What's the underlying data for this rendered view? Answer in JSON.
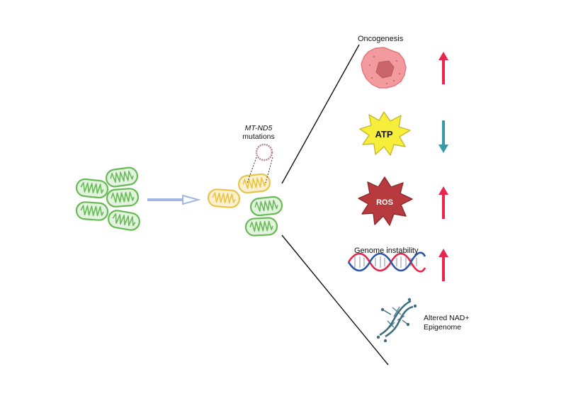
{
  "labels": {
    "gene": "MT-ND5",
    "gene_suffix": "mutations",
    "oncogenesis": "Oncogenesis",
    "atp": "ATP",
    "ros": "ROS",
    "genome": "Genome instability",
    "nad_line1": "Altered NAD+",
    "nad_line2": "Epigenome"
  },
  "effects": [
    {
      "outcome": "Oncogenesis",
      "direction": "up"
    },
    {
      "outcome": "ATP",
      "direction": "down"
    },
    {
      "outcome": "ROS",
      "direction": "up"
    },
    {
      "outcome": "Genome instability",
      "direction": "up"
    }
  ],
  "colors": {
    "healthy_mito": "#66bb55",
    "mutant_mito": "#e8c44a",
    "arrow_up": "#e8254d",
    "arrow_down": "#3a9aa3",
    "process_arrow": "#9fb7e2",
    "atp_burst": "#f7ee3c",
    "ros_burst": "#b63a3e",
    "cell": "#f29a9e"
  }
}
